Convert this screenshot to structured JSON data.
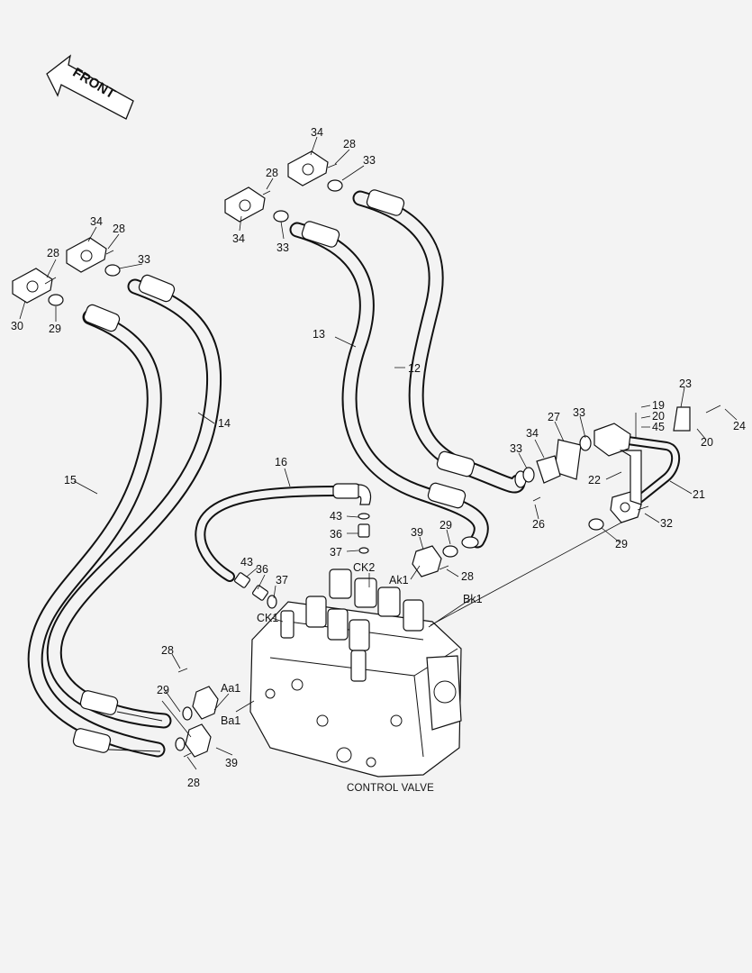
{
  "diagram": {
    "front_arrow_label": "FRONT",
    "caption": "CONTROL VALVE",
    "callouts": {
      "c34_top": "34",
      "c28_top": "28",
      "c33_top": "33",
      "c28_mid": "28",
      "c34_mid": "34",
      "c33_mid": "33",
      "c34_left": "34",
      "c28_left": "28",
      "c33_left": "33",
      "c28_far": "28",
      "c30": "30",
      "c29_left": "29",
      "c13": "13",
      "c12": "12",
      "c14": "14",
      "c15": "15",
      "c16": "16",
      "c19": "19",
      "c20a": "20",
      "c45": "45",
      "c23": "23",
      "c24": "24",
      "c20b": "20",
      "c27": "27",
      "c33_r": "33",
      "c34_r": "34",
      "c33_r2": "33",
      "c22": "22",
      "c21": "21",
      "c26": "26",
      "c32": "32",
      "c29_r": "29",
      "c43a": "43",
      "c36a": "36",
      "c37a": "37",
      "c39a": "39",
      "c29_m": "29",
      "c28_m": "28",
      "ck2": "CK2",
      "ak1": "Ak1",
      "bk1": "Bk1",
      "c43b": "43",
      "c36b": "36",
      "c37b": "37",
      "ck1": "CK1",
      "c28_lo": "28",
      "c29_lo": "29",
      "aa1": "Aa1",
      "ba1": "Ba1",
      "c39b": "39",
      "c28_bot": "28"
    }
  }
}
